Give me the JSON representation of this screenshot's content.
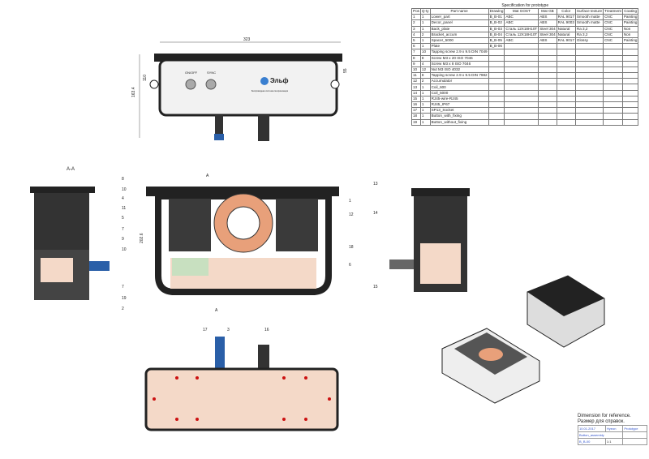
{
  "spec": {
    "title": "Specification for prototype",
    "headers": [
      "Pos",
      "Q-ty",
      "Part name",
      "Drawing",
      "Mat GOST",
      "Mat GB",
      "Color",
      "Surface texture",
      "Treatment",
      "Coating"
    ],
    "rows": [
      [
        "1",
        "1",
        "Lower_part",
        "B_B-01",
        "ABC",
        "ABS",
        "RAL 9017",
        "Smooth matte",
        "CNC",
        "Painting"
      ],
      [
        "2",
        "1",
        "Decor_panel",
        "B_B-02",
        "ABC",
        "ABS",
        "RAL 9003",
        "Smooth matte",
        "CNC",
        "Painting"
      ],
      [
        "3",
        "1",
        "Back_plate",
        "B_B-03",
        "Сталь 12Х18Н10Т",
        "Steel 304",
        "Natural",
        "Ra 3,2",
        "CNC",
        "Non"
      ],
      [
        "4",
        "2",
        "Bracket_accum",
        "B_B-04",
        "Сталь 12Х18Н10Т",
        "Steel 304",
        "Natural",
        "Ra 3,2",
        "CNC",
        "Non"
      ],
      [
        "5",
        "1",
        "Spacer_5000",
        "B_B-05",
        "ABC",
        "ABS",
        "RAL 9017",
        "Glossy",
        "CNC",
        "Painting"
      ],
      [
        "6",
        "1",
        "Plate",
        "B_B-06",
        "",
        "",
        "",
        "",
        "",
        ""
      ],
      [
        "7",
        "10",
        "Tapping screw 2.9 x 9.5  DIN 7049",
        "",
        "",
        "",
        "",
        "",
        "",
        ""
      ],
      [
        "8",
        "8",
        "Screw M3 x 20  ISO 7046",
        "",
        "",
        "",
        "",
        "",
        "",
        ""
      ],
      [
        "9",
        "4",
        "Screw M3 x 8  ISO 7046",
        "",
        "",
        "",
        "",
        "",
        "",
        ""
      ],
      [
        "10",
        "12",
        "Nut M3 ISO 4032",
        "",
        "",
        "",
        "",
        "",
        "",
        ""
      ],
      [
        "11",
        "8",
        "Tapping screw 2.9 x 9.5  DIN 7982",
        "",
        "",
        "",
        "",
        "",
        "",
        ""
      ],
      [
        "12",
        "2",
        "Accumulator",
        "",
        "",
        "",
        "",
        "",
        "",
        ""
      ],
      [
        "13",
        "1",
        "Coil_600",
        "",
        "",
        "",
        "",
        "",
        "",
        ""
      ],
      [
        "14",
        "1",
        "Coil_5000",
        "",
        "",
        "",
        "",
        "",
        "",
        ""
      ],
      [
        "15",
        "1",
        "RJ45-wire-RJ45",
        "",
        "",
        "",
        "",
        "",
        "",
        ""
      ],
      [
        "16",
        "1",
        "RJ45_IP67",
        "",
        "",
        "",
        "",
        "",
        "",
        ""
      ],
      [
        "17",
        "1",
        "SP13_Socket",
        "",
        "",
        "",
        "",
        "",
        "",
        ""
      ],
      [
        "18",
        "1",
        "Button_with_fixing",
        "",
        "",
        "",
        "",
        "",
        "",
        ""
      ],
      [
        "19",
        "1",
        "Button_without_fixing",
        "",
        "",
        "",
        "",
        "",
        "",
        ""
      ]
    ]
  },
  "front_view": {
    "dim_width": "323",
    "dim_height": "163.4",
    "dim_body": "110",
    "dim_port": "55",
    "button1": "ON/OFF",
    "button2": "SYNC",
    "logo": "Эльф",
    "logo_sub": "Беспроводная система синхронизации"
  },
  "section": {
    "title": "A-A",
    "cut_label": "A",
    "dim_height": "202.6"
  },
  "balloons": {
    "section_aa": [
      "8",
      "10",
      "4",
      "11",
      "5",
      "7",
      "9",
      "10",
      "7",
      "19",
      "2"
    ],
    "main": [
      "1",
      "12",
      "18",
      "6"
    ],
    "side": [
      "13",
      "14",
      "15"
    ],
    "bottom": [
      "17",
      "3",
      "16"
    ]
  },
  "title_block": {
    "note_en": "Dimension for reference.",
    "note_ru": "Размер для справок.",
    "date": "10.01.2017",
    "author": "Hyeon",
    "stage": "Prototype",
    "name": "Button_assembly",
    "code": "B_B-00",
    "sheet": "1:1"
  },
  "colors": {
    "body": "#2a2a2a",
    "panel": "#f2f2f2",
    "plate": "#f4d9c8",
    "coil": "#e8a07a",
    "hole": "#cc1111",
    "connector": "#2a5fa8"
  }
}
